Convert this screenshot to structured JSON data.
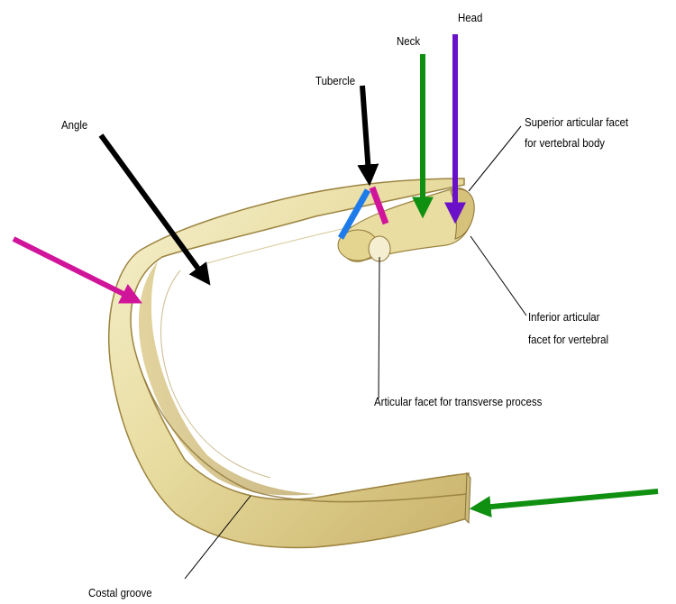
{
  "labels": {
    "head": "Head",
    "neck": "Neck",
    "tubercle": "Tubercle",
    "angle": "Angle",
    "superior_facet_line1": "Superior articular facet",
    "superior_facet_line2": "for vertebral body",
    "inferior_facet_line1": "Inferior articular",
    "inferior_facet_line2": "facet for vertebral",
    "transverse_facet": "Articular facet for transverse process",
    "costal_groove": "Costal groove"
  },
  "colors": {
    "bone_light": "#F4EFC6",
    "bone_mid": "#E3D58E",
    "bone_shadow": "#B39A4E",
    "bone_dark": "#8A733A",
    "arrow_black": "#000000",
    "arrow_green": "#109010",
    "arrow_purple": "#6A10C8",
    "arrow_magenta": "#D0159A",
    "marker_blue": "#1E7BEA"
  }
}
